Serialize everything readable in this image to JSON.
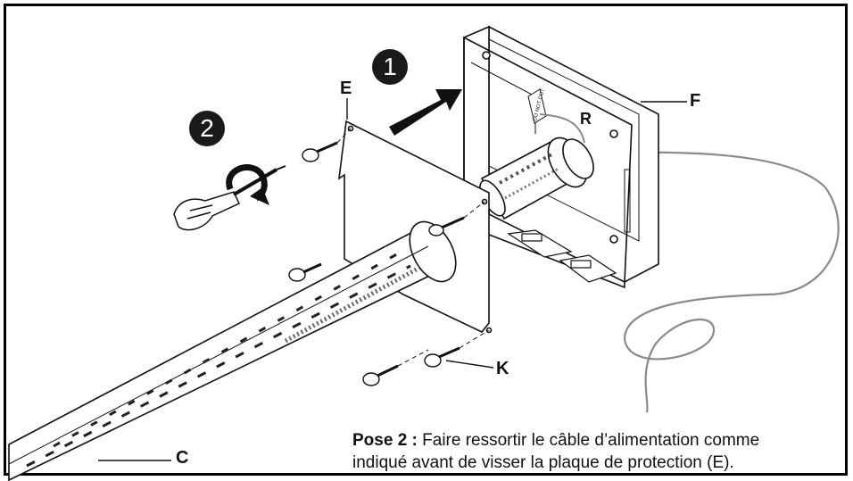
{
  "steps": {
    "one": "1",
    "two": "2"
  },
  "labels": {
    "E": "E",
    "F": "F",
    "K": "K",
    "C": "C",
    "R": "R"
  },
  "component_text": {
    "label_strip": "DO NOT CUT"
  },
  "caption": {
    "bold": "Pose 2 :",
    "line1": " Faire ressortir le câble d’alimentation comme",
    "line2": "indiqué avant de visser la plaque de protection (E)."
  },
  "colors": {
    "ink": "#111111",
    "fill_dark": "#1a1a1a",
    "gray_cable": "#8a8a8a"
  },
  "icons": [
    "screw-icon",
    "screwdriver-icon",
    "rotation-arrow-icon",
    "push-arrow-icon"
  ]
}
